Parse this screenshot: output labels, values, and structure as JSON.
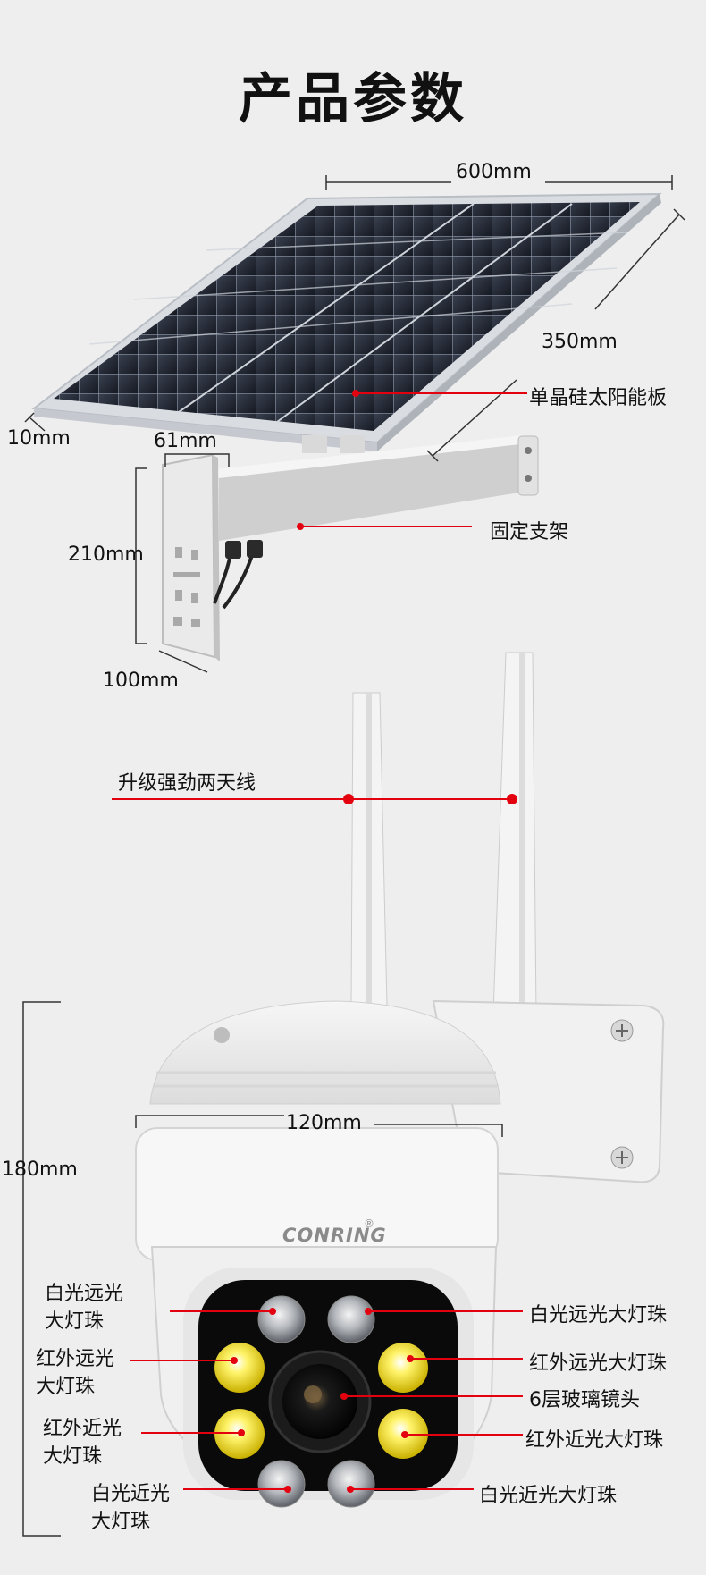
{
  "title": "产品参数",
  "solar": {
    "width": "600mm",
    "depth": "350mm",
    "thickness": "10mm",
    "bracket_width": "61mm",
    "bracket_height": "210mm",
    "bracket_depth": "100mm",
    "panel_label": "单晶硅太阳能板",
    "bracket_label": "固定支架"
  },
  "camera": {
    "antenna_label": "升级强劲两天线",
    "height": "180mm",
    "width": "120mm",
    "brand": "CONRING",
    "left_labels": [
      {
        "line1": "白光远光",
        "line2": "大灯珠"
      },
      {
        "line1": "红外远光",
        "line2": "大灯珠"
      },
      {
        "line1": "红外近光",
        "line2": "大灯珠"
      },
      {
        "line1": "白光近光",
        "line2": "大灯珠"
      }
    ],
    "right_labels": [
      "白光远光大灯珠",
      "红外远光大灯珠",
      "6层玻璃镜头",
      "红外近光大灯珠",
      "白光近光大灯珠"
    ]
  },
  "colors": {
    "accent": "#e3000f",
    "background": "#eeeeee"
  }
}
